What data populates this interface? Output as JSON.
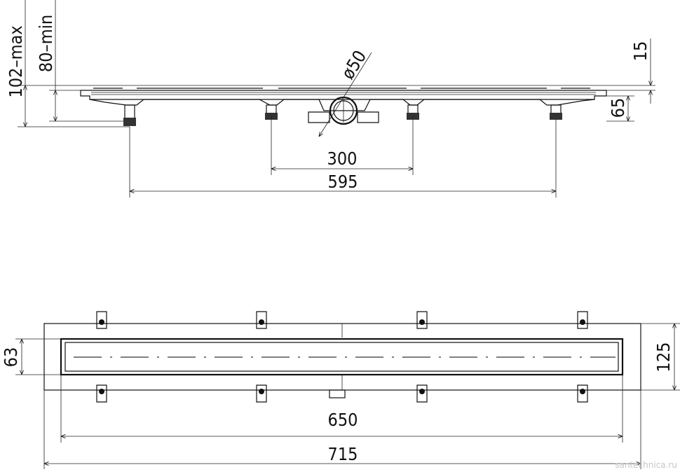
{
  "dimensions": {
    "max_height": "102–max",
    "min_height": "80–min",
    "pipe_diameter": "ø50",
    "grate_height": "15",
    "outlet_height": "65",
    "leg_spacing": "300",
    "leg_span": "595",
    "channel_width": "63",
    "total_width": "125",
    "channel_length": "650",
    "total_length": "715"
  },
  "watermark": "santechnica.ru"
}
